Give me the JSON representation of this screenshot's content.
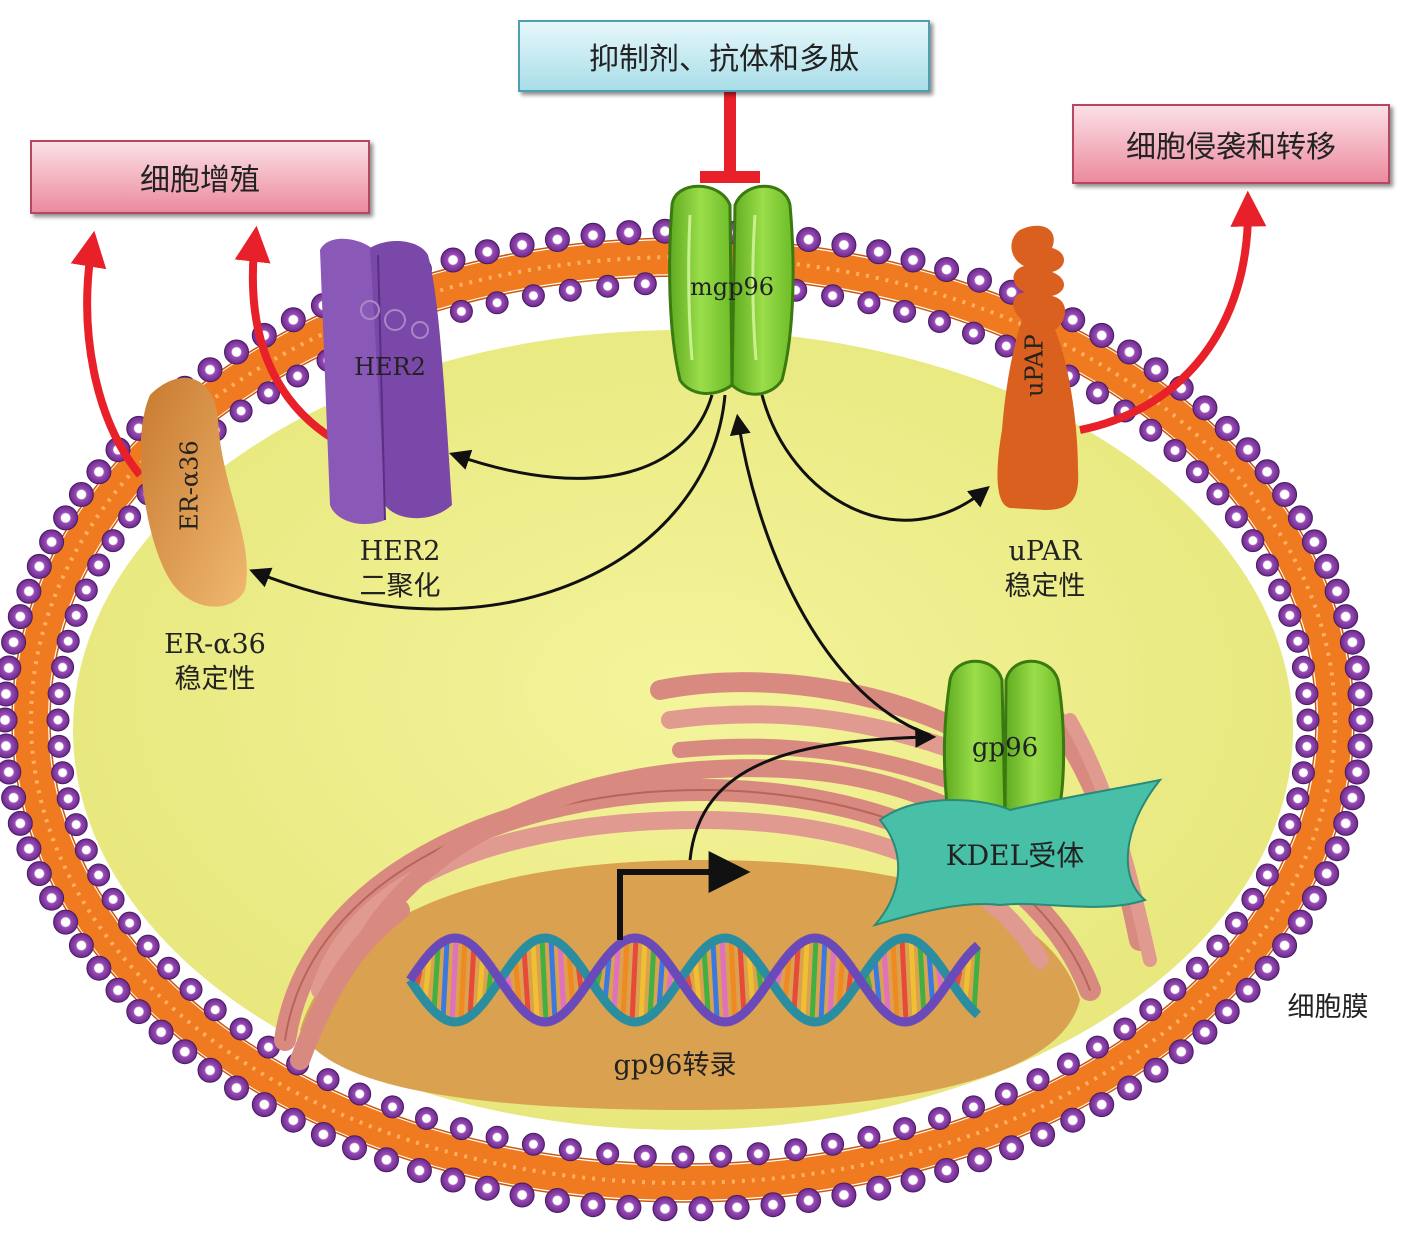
{
  "boxes": {
    "inhibitor": "抑制剂、抗体和多肽",
    "proliferation": "细胞增殖",
    "invasion": "细胞侵袭和转移"
  },
  "proteins": {
    "mgp96": "mgp96",
    "her2": "HER2",
    "upar": "uPAP",
    "er": "ER-α36",
    "gp96": "gp96",
    "kdel": "KDEL受体"
  },
  "effects": {
    "her2_line1": "HER2",
    "her2_line2": "二聚化",
    "upar_line1": "uPAR",
    "upar_line2": "稳定性",
    "er_line1": "ER-α36",
    "er_line2": "稳定性"
  },
  "transcription": "gp96转录",
  "membrane": "细胞膜",
  "colors": {
    "cytoplasm": "#eeee8a",
    "nucleus": "#d9a150",
    "membrane_tail": "#f07a20",
    "lipid_head": "#8b3fa8",
    "gp96": "#8bd23a",
    "her2": "#8a59b8",
    "upar": "#d9601e",
    "er": "#d98a3a",
    "kdel": "#48c0a8",
    "activation_arrow": "#e8202a",
    "er_membrane": "#d98a80"
  }
}
